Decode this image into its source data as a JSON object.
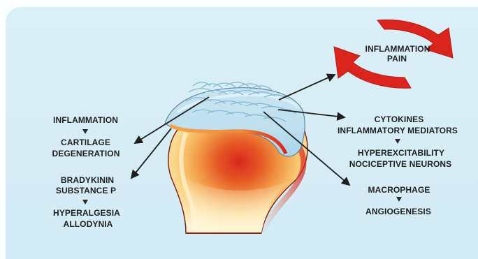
{
  "diagram": {
    "cycle_label_1": "INFLAMMATION",
    "cycle_label_2": "PAIN",
    "left": {
      "group1": {
        "line1": "INFLAMMATION",
        "line2": "CARTILAGE",
        "line3": "DEGENERATION"
      },
      "group2": {
        "line1": "BRADYKININ",
        "line2": "SUBSTANCE P",
        "line3": "HYPERALGESIA",
        "line4": "ALLODYNIA"
      }
    },
    "right": {
      "group1": {
        "line1": "CYTOKINES",
        "line2": "INFLAMMATORY MEDIATORS",
        "line3": "HYPEREXCITABILITY",
        "line4": "NOCICEPTIVE NEURONS"
      },
      "group2": {
        "line1": "MACROPHAGE",
        "line2": "ANGIOGENESIS"
      }
    },
    "colors": {
      "panel_bg": "#d6edf6",
      "arrow": "#1f1f1f",
      "cycle_red": "#d9251d",
      "bone_core": "#d7261f",
      "bone_outer": "#f7e2a9",
      "cartilage": "#bcdfee"
    }
  }
}
